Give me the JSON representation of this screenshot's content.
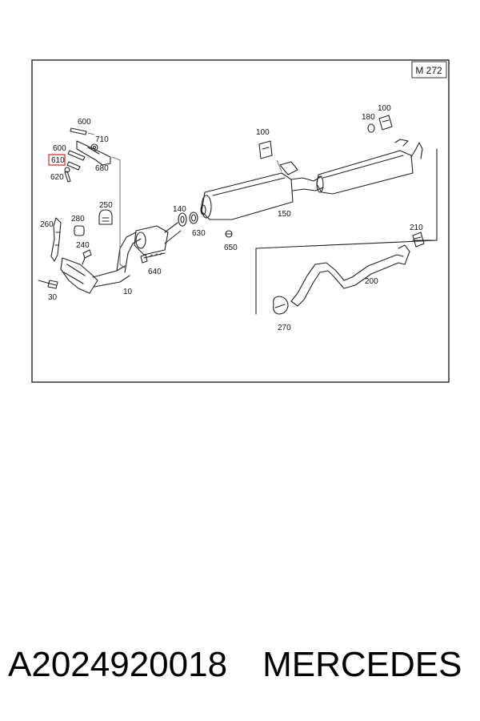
{
  "diagram": {
    "model_code": "M 272",
    "highlight_color": "#e03030",
    "labels": {
      "p600a": "600",
      "p710": "710",
      "p600b": "600",
      "p610": "610",
      "p680": "680",
      "p620": "620",
      "p250": "250",
      "p260": "260",
      "p280": "280",
      "p240": "240",
      "p30": "30",
      "p10": "10",
      "p140": "140",
      "p630": "630",
      "p640": "640",
      "p650": "650",
      "p100a": "100",
      "p150": "150",
      "p180": "180",
      "p100b": "100",
      "p210": "210",
      "p200": "200",
      "p270": "270"
    }
  },
  "caption": {
    "part_number": "A2024920018",
    "brand": "MERCEDES"
  }
}
